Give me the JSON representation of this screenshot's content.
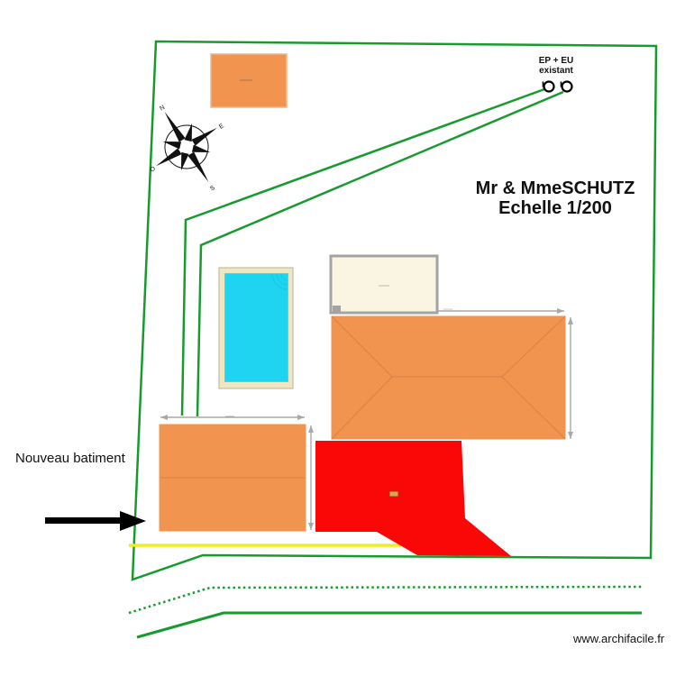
{
  "plan_title": {
    "client": "Mr & MmeSCHUTZ",
    "scale": "Echelle 1/200"
  },
  "annotations": {
    "ep_eu_line1": "EP + EU",
    "ep_eu_line2": "existant",
    "new_building_label": "Nouveau batiment",
    "website": "www.archifacile.fr"
  },
  "compass": {
    "north": "N",
    "east": "E",
    "south": "S",
    "west": "O"
  },
  "colors": {
    "boundary_green": "#179b2f",
    "building_orange": "#f0944f",
    "building_orange_border": "#f3b584",
    "roof_line_brown": "#c97a42",
    "terrace_red": "#fa0707",
    "marker_fill": "#e8a050",
    "marker_border": "#8b4513",
    "pool_water_cyan": "#1ed4f0",
    "pool_deck_tan": "#eee7c2",
    "pool_deck_border": "#b9b29a",
    "annex_cream": "#faf5e3",
    "annex_border_gray": "#a3a3a3",
    "dimension_gray": "#a9a9a9",
    "road_yellow": "#f1ed1c",
    "arrow_black": "#000000",
    "compass_dark": "#111111"
  }
}
